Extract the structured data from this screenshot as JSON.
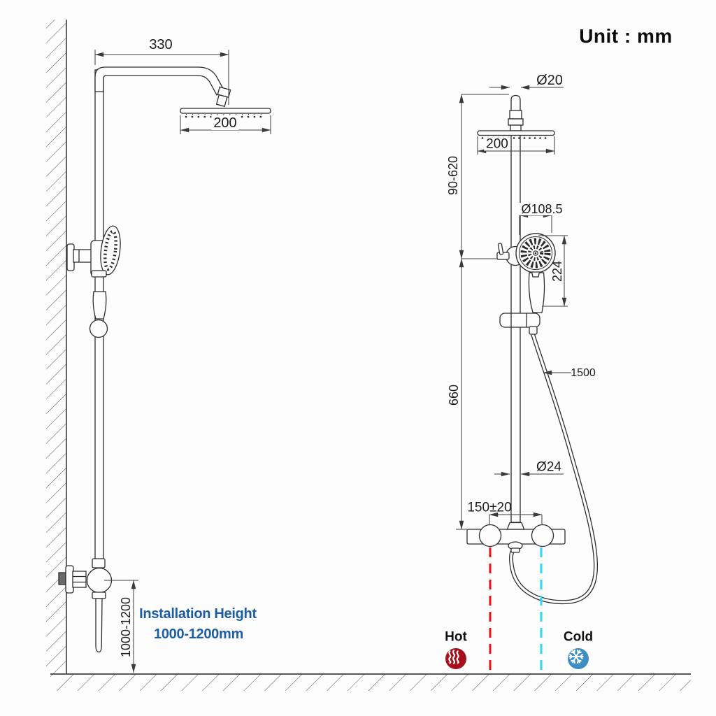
{
  "title": {
    "unit_label": "Unit : mm"
  },
  "colors": {
    "line": "#2d2d2d",
    "dim_line": "#3a3a3a",
    "annotation_blue": "#1d5da6",
    "hot_badge": "#a80f1c",
    "cold_badge": "#3d8ec2",
    "hot_supply_line": "#ee1111",
    "cold_supply_line": "#2bd9f2"
  },
  "icons": {
    "hot": "steam-waves-icon",
    "cold": "snowflake-icon"
  },
  "front_view": {
    "dims": {
      "arm_reach": "330",
      "rain_head_width": "200",
      "installation_height_range": "1000-1200"
    },
    "note": {
      "line1": "Installation Height",
      "line2": "1000-1200mm"
    }
  },
  "side_view": {
    "dims": {
      "top_pipe_diameter": "Ø20",
      "rain_head_width": "200",
      "upper_pipe_height": "90-620",
      "hand_shower_diameter": "Ø108.5",
      "hand_shower_length": "224",
      "lower_pipe_height": "660",
      "hose_length": "1500",
      "pipe_diameter": "Ø24",
      "inlet_spacing": "150±20"
    },
    "supply": {
      "hot_label": "Hot",
      "cold_label": "Cold"
    }
  }
}
